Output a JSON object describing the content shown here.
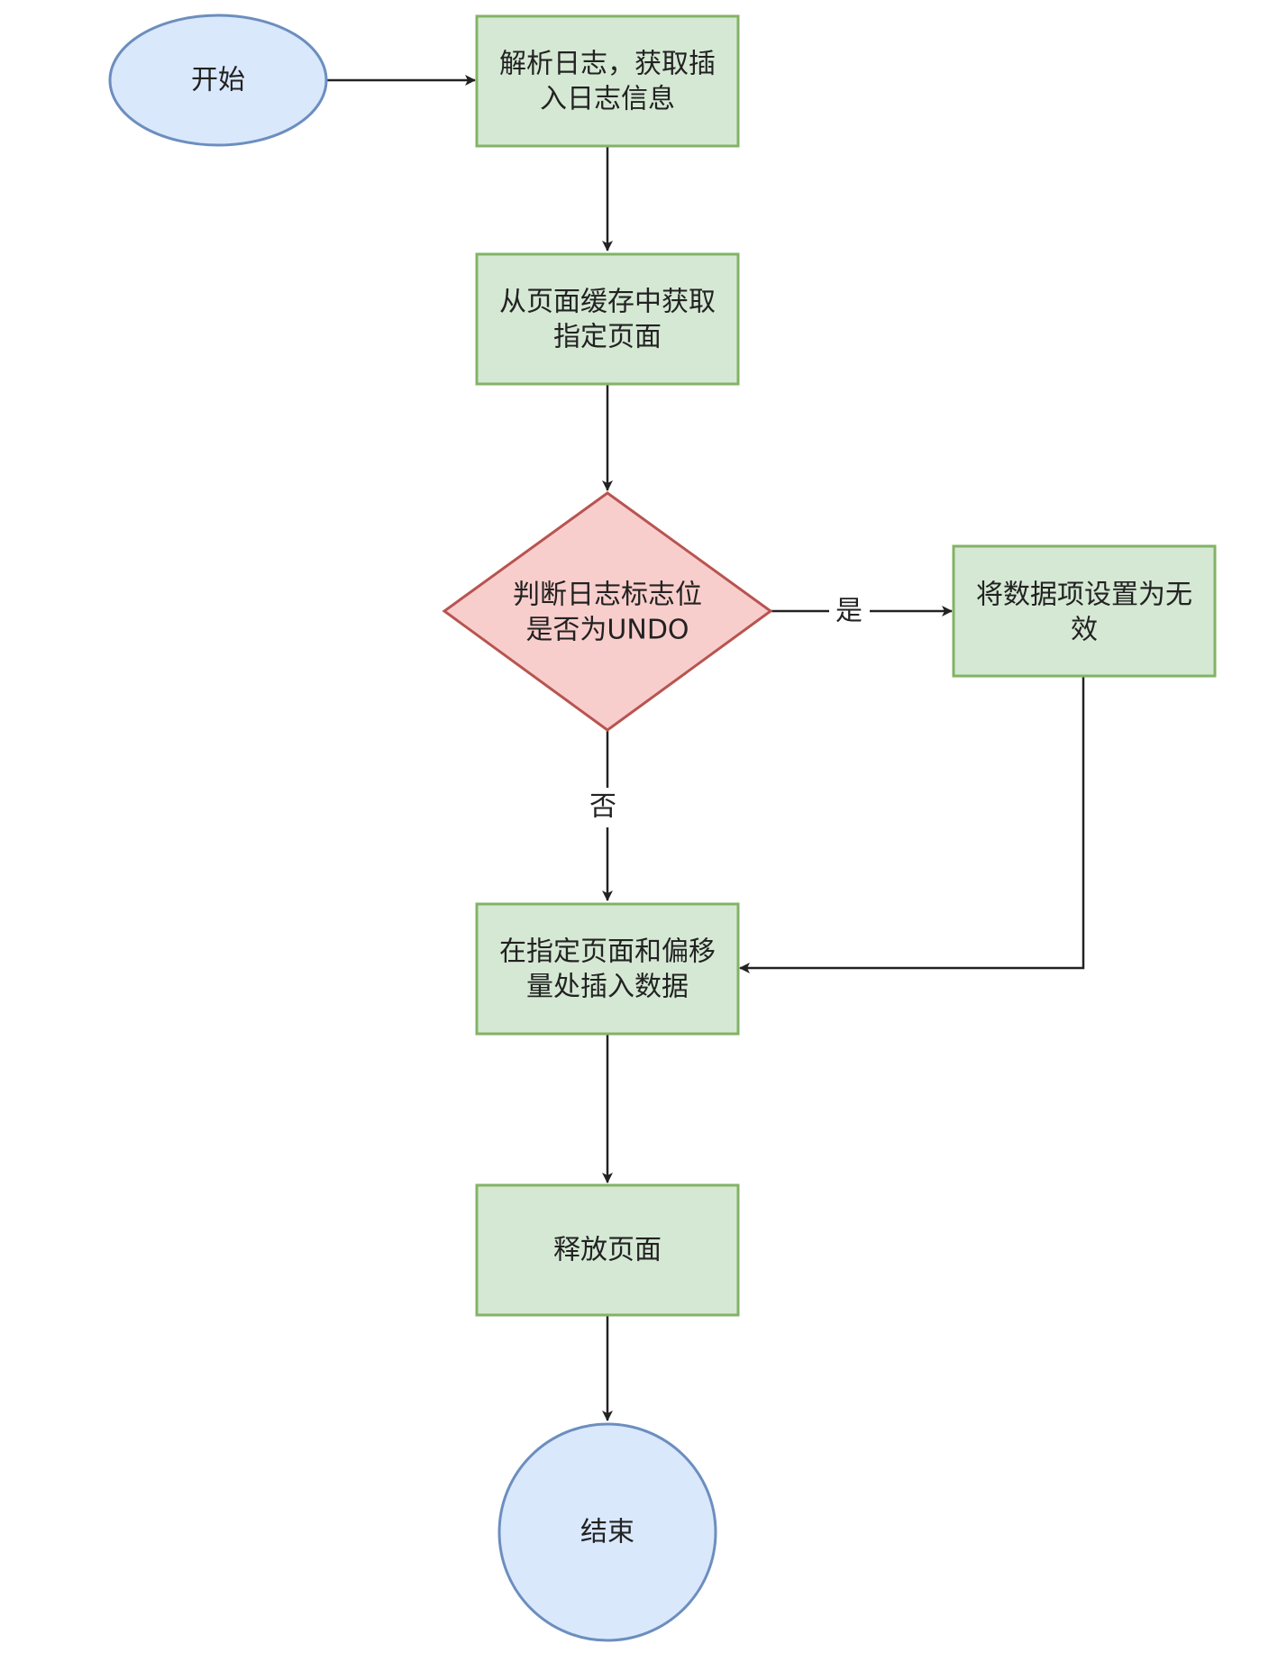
{
  "diagram": {
    "nodes": {
      "start": {
        "shape": "ellipse",
        "label": "开始"
      },
      "parse_log": {
        "shape": "process",
        "line1": "解析日志，获取插",
        "line2": "入日志信息"
      },
      "get_page": {
        "shape": "process",
        "line1": "从页面缓存中获取",
        "line2": "指定页面"
      },
      "check_undo": {
        "shape": "decision",
        "line1": "判断日志标志位",
        "line2": "是否为UNDO"
      },
      "set_invalid": {
        "shape": "process",
        "line1": "将数据项设置为无",
        "line2": "效"
      },
      "insert_data": {
        "shape": "process",
        "line1": "在指定页面和偏移",
        "line2": "量处插入数据"
      },
      "release_page": {
        "shape": "process",
        "label": "释放页面"
      },
      "end": {
        "shape": "circle",
        "label": "结束"
      }
    },
    "edges": {
      "start_to_parse": {
        "from": "start",
        "to": "parse_log"
      },
      "parse_to_get": {
        "from": "parse_log",
        "to": "get_page"
      },
      "get_to_check": {
        "from": "get_page",
        "to": "check_undo"
      },
      "check_to_invalid": {
        "from": "check_undo",
        "to": "set_invalid",
        "label": "是"
      },
      "check_to_insert": {
        "from": "check_undo",
        "to": "insert_data",
        "label": "否"
      },
      "invalid_to_insert": {
        "from": "set_invalid",
        "to": "insert_data"
      },
      "insert_to_release": {
        "from": "insert_data",
        "to": "release_page"
      },
      "release_to_end": {
        "from": "release_page",
        "to": "end"
      }
    },
    "colors": {
      "terminal_fill": "#dae8fc",
      "terminal_stroke": "#6c8ebf",
      "process_fill": "#d5e8d4",
      "process_stroke": "#82b366",
      "decision_fill": "#f8cecc",
      "decision_stroke": "#b85450",
      "edge": "#222222"
    }
  }
}
